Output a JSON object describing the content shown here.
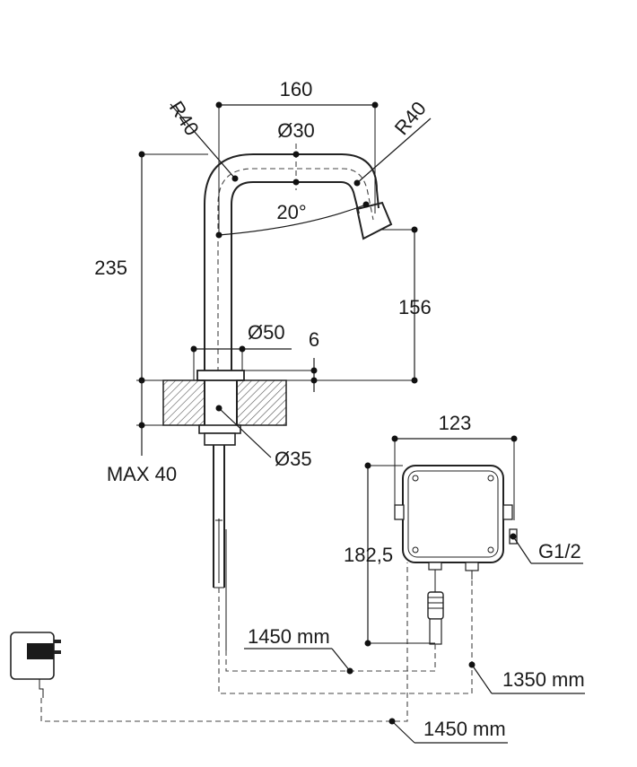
{
  "dimensions": {
    "spout_width": "160",
    "radius_left": "R40",
    "radius_right": "R40",
    "tube_diameter": "Ø30",
    "spout_angle": "20°",
    "overall_height": "235",
    "outlet_height": "156",
    "base_diameter": "Ø50",
    "base_thickness": "6",
    "shank_diameter": "Ø35",
    "max_deck_thickness": "MAX 40",
    "box_width": "123",
    "box_height": "182,5",
    "connection_thread": "G1/2",
    "cable_length_faucet": "1450 mm",
    "cable_length_valve": "1350 mm",
    "cable_length_adapter": "1450 mm"
  },
  "colors": {
    "line": "#1a1a1a",
    "hatch": "#555555",
    "transformer_band": "#1a1a1a"
  }
}
